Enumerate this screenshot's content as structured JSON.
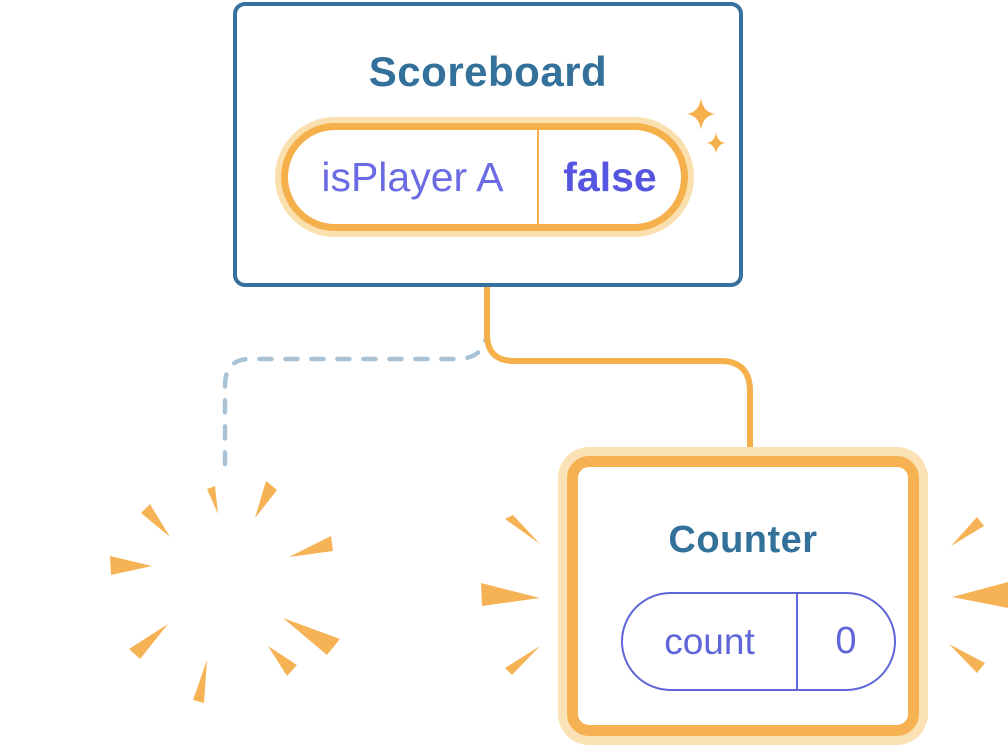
{
  "diagram": {
    "description": "Component state diagram: Scoreboard parent keeps state, child Counter is reset (old one poofs away, new one appears)"
  },
  "scoreboard": {
    "title": "Scoreboard",
    "state": {
      "name": "isPlayer A",
      "value": "false"
    }
  },
  "counter": {
    "title": "Counter",
    "state": {
      "name": "count",
      "value": "0"
    }
  },
  "icons": [
    "sparkle-icon",
    "poof-burst-icon",
    "emphasis-marks-icon",
    "dashed-connector",
    "solid-connector"
  ],
  "colors": {
    "card_border_blue": "#35719E",
    "title_blue": "#33709A",
    "state_orange": "#F5AF4B",
    "state_orange_halo": "#FBE0AF",
    "state_purple": "#6B6BE3",
    "state_purple_bold": "#5555DF",
    "counter_pill_purple": "#5E66D8",
    "dashed_line_gray_blue": "#A8C2D6",
    "burst_orange": "#F6B355",
    "background": "#FFFFFF"
  }
}
